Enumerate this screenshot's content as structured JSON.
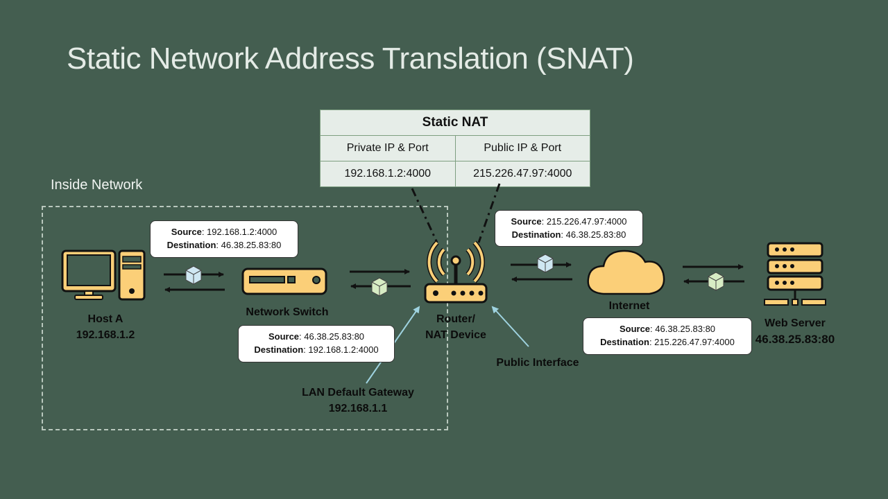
{
  "title": "Static Network Address Translation (SNAT)",
  "nat_table": {
    "header": "Static NAT",
    "columns": [
      "Private IP & Port",
      "Public IP & Port"
    ],
    "row": [
      "192.168.1.2:4000",
      "215.226.47.97:4000"
    ]
  },
  "inside_network_label": "Inside Network",
  "nodes": {
    "host": {
      "name": "Host A",
      "ip": "192.168.1.2"
    },
    "switch": {
      "name": "Network Switch"
    },
    "router": {
      "name_line1": "Router/",
      "name_line2": "NAT Device"
    },
    "internet": {
      "name": "Internet"
    },
    "web_server": {
      "name": "Web Server",
      "ip": "46.38.25.83:80"
    }
  },
  "annotations": {
    "gateway": {
      "name": "LAN Default Gateway",
      "ip": "192.168.1.1"
    },
    "public_interface": "Public Interface"
  },
  "callouts": {
    "source_label": "Source",
    "destination_label": "Destination",
    "lan_out": {
      "source": "192.168.1.2:4000",
      "destination": "46.38.25.83:80"
    },
    "lan_in": {
      "source": "46.38.25.83:80",
      "destination": "192.168.1.2:4000"
    },
    "wan_out": {
      "source": "215.226.47.97:4000",
      "destination": "46.38.25.83:80"
    },
    "wan_in": {
      "source": "46.38.25.83:80",
      "destination": "215.226.47.97:4000"
    }
  },
  "colors": {
    "background": "#445e50",
    "device_fill": "#fbcf78",
    "packet_blue": "#cfe7f2",
    "packet_green": "#d7ecc4",
    "pointer_line": "#9fd3e0"
  }
}
